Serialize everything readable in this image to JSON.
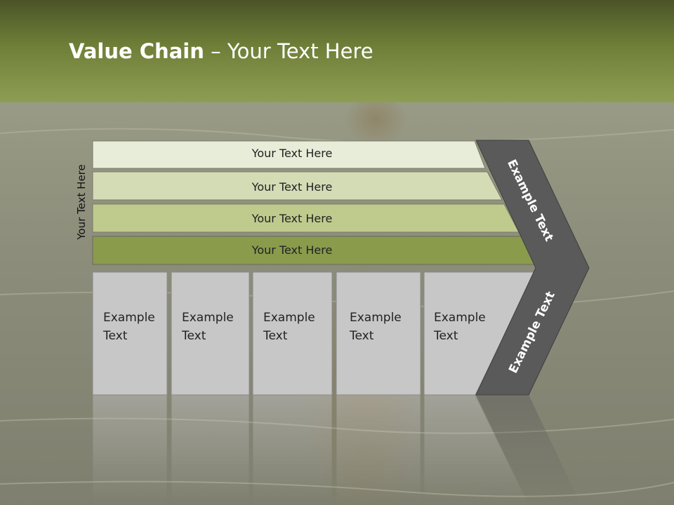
{
  "slide": {
    "title_bold": "Value Chain",
    "title_rest": " – Your Text Here",
    "side_label": "Your Text Here",
    "bands": [
      {
        "label": "Your Text Here",
        "color": "#e8edd9"
      },
      {
        "label": "Your Text Here",
        "color": "#d4dcb6"
      },
      {
        "label": "Your Text Here",
        "color": "#bfcb8d"
      },
      {
        "label": "Your Text Here",
        "color": "#8a9b4c"
      }
    ],
    "boxes": [
      {
        "line1": "Example",
        "line2": "Text"
      },
      {
        "line1": "Example",
        "line2": "Text"
      },
      {
        "line1": "Example",
        "line2": "Text"
      },
      {
        "line1": "Example",
        "line2": "Text"
      },
      {
        "line1": "Example",
        "line2": "Text"
      }
    ],
    "chevron_top": "Example Text",
    "chevron_bottom": "Example Text"
  },
  "colors": {
    "header": "#6f7f38",
    "chevron": "#5a5a5a",
    "box_fill": "#c7c7c7"
  }
}
